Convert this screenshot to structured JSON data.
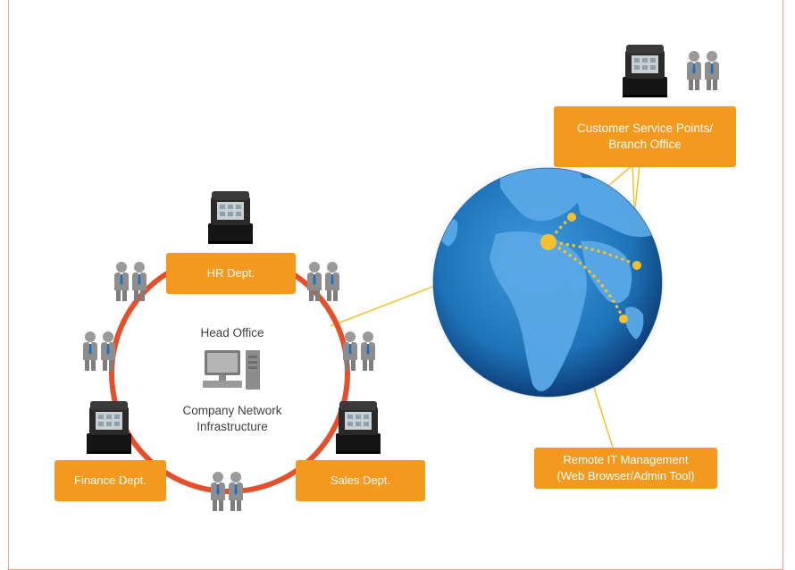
{
  "diagram": {
    "head_office": {
      "title": "Head Office",
      "infra_line1": "Company Network",
      "infra_line2": "Infrastructure"
    },
    "departments": {
      "hr": "HR Dept.",
      "finance": "Finance Dept.",
      "sales": "Sales Dept."
    },
    "customer_service": {
      "line1": "Customer Service Points/",
      "line2": "Branch Office"
    },
    "remote_it": {
      "line1": "Remote IT Management",
      "line2": "(Web Browser/Admin Tool)"
    },
    "colors": {
      "accent_orange": "#f39a1e",
      "ring_red": "#e4502c",
      "link_yellow": "#f5c02e",
      "frame_border": "#f2a57a",
      "ocean_blue": "#1e73b8"
    },
    "icons": [
      "scanner-icon",
      "people-icon",
      "computer-icon",
      "globe-icon"
    ]
  }
}
